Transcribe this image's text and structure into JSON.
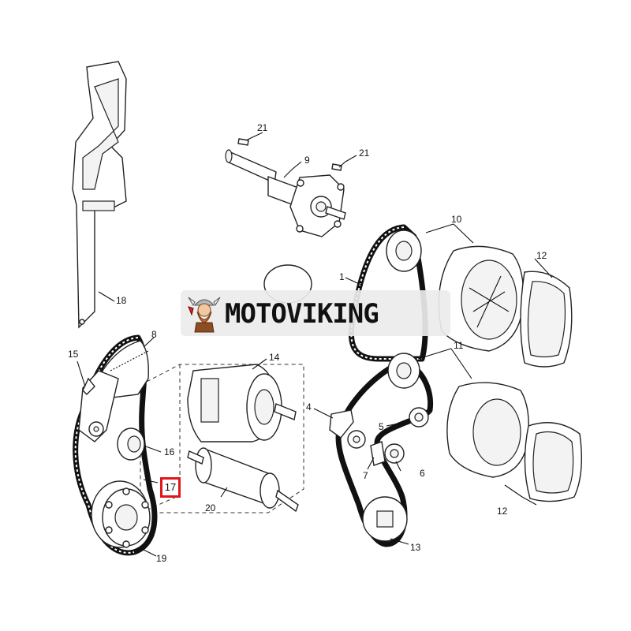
{
  "watermark": {
    "text": "MOTOVIKING"
  },
  "callouts": {
    "c1": "1",
    "c4": "4",
    "c5": "5",
    "c6": "6",
    "c7": "7",
    "c8": "8",
    "c9": "9",
    "c10": "10",
    "c11": "11",
    "c12a": "12",
    "c12b": "12",
    "c13": "13",
    "c14": "14",
    "c15": "15",
    "c16": "16",
    "c17": "17",
    "c18": "18",
    "c19": "19",
    "c20": "20",
    "c21a": "21",
    "c21b": "21"
  },
  "highlight": {
    "part": "17",
    "color": "#e0161b"
  },
  "icons": [
    "viking-mascot-icon"
  ]
}
